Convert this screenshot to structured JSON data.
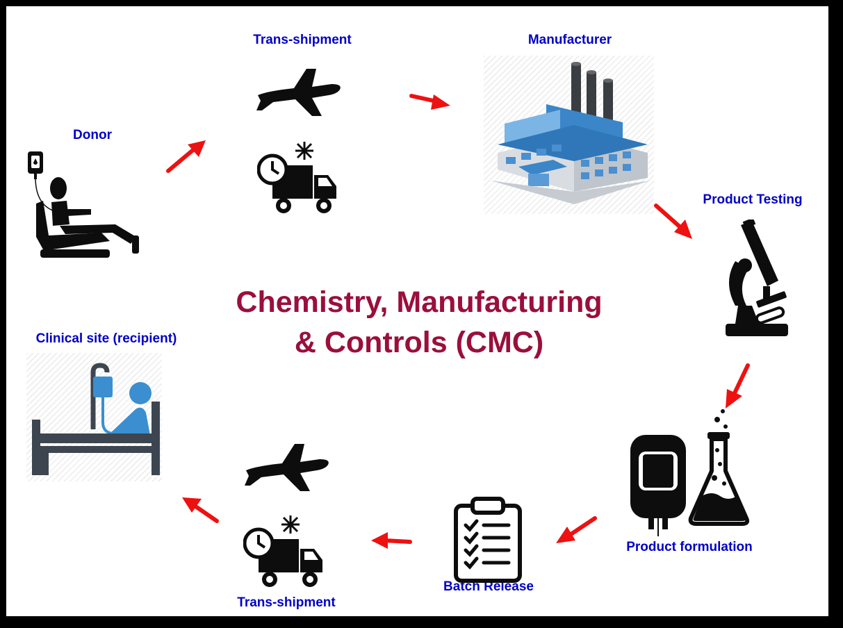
{
  "nodes": {
    "donor": "Donor",
    "trans_shipment_top": "Trans-shipment",
    "manufacturer": "Manufacturer",
    "product_testing": "Product Testing",
    "product_formulation": "Product formulation",
    "batch_release": "Batch Release",
    "trans_shipment_bottom": "Trans-shipment",
    "clinical_site": "Clinical site (recipient)"
  },
  "title": {
    "line1": "Chemistry, Manufacturing",
    "line2": "& Controls (CMC)"
  },
  "colors": {
    "label": "#0000c8",
    "title": "#9a0f3c",
    "arrow": "#ee1111",
    "icon": "#0d0d0d",
    "factory_blue": "#3a86c8",
    "hospital_blue": "#3b8fd0",
    "hospital_gray": "#3d4650"
  },
  "icons": [
    "donor-icon",
    "airplane-icon",
    "refrigerated-truck-icon",
    "factory-icon",
    "microscope-icon",
    "blood-bag-icon",
    "flask-icon",
    "clipboard-checklist-icon",
    "hospital-bed-icon"
  ]
}
